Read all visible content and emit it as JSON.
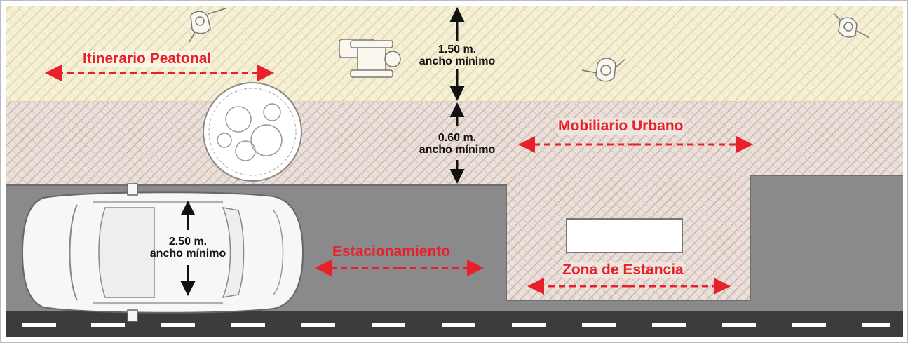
{
  "labels": {
    "itinerario": "Itinerario Peatonal",
    "mobiliario": "Mobiliario Urbano",
    "estacionamiento": "Estacionamiento",
    "zona_estancia": "Zona de Estancia"
  },
  "dimensions": {
    "peatonal": {
      "value": "1.50 m.",
      "note": "ancho mínimo"
    },
    "mobiliario": {
      "value": "0.60 m.",
      "note": "ancho mínimo"
    },
    "estacionamiento": {
      "value": "2.50 m.",
      "note": "ancho mínimo"
    }
  },
  "colors": {
    "accent_red": "#e8202a",
    "walk_zone": "#f6f1d6",
    "furniture_zone": "#ebe0da",
    "parking": "#8a8a8c",
    "road": "#3c3c3e",
    "lane_mark": "#ffffff"
  }
}
